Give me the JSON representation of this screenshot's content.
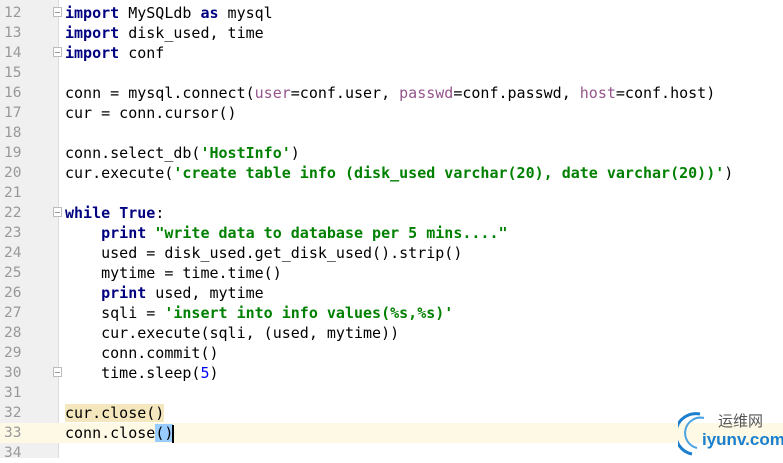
{
  "editor": {
    "current_line": 33,
    "lines": [
      {
        "n": "12",
        "fold": true,
        "tokens": [
          {
            "t": "import",
            "c": "kw"
          },
          {
            "t": " MySQLdb "
          },
          {
            "t": "as",
            "c": "kw"
          },
          {
            "t": " mysql"
          }
        ]
      },
      {
        "n": "13",
        "tokens": [
          {
            "t": "import",
            "c": "kw"
          },
          {
            "t": " disk_used, time"
          }
        ]
      },
      {
        "n": "14",
        "fold": true,
        "tokens": [
          {
            "t": "import",
            "c": "kw"
          },
          {
            "t": " conf"
          }
        ]
      },
      {
        "n": "15",
        "tokens": []
      },
      {
        "n": "16",
        "tokens": [
          {
            "t": "conn = mysql.connect("
          },
          {
            "t": "user",
            "c": "param"
          },
          {
            "t": "=conf.user, "
          },
          {
            "t": "passwd",
            "c": "param"
          },
          {
            "t": "=conf.passwd, "
          },
          {
            "t": "host",
            "c": "param"
          },
          {
            "t": "=conf.host)"
          }
        ]
      },
      {
        "n": "17",
        "tokens": [
          {
            "t": "cur = conn.cursor()"
          }
        ]
      },
      {
        "n": "18",
        "tokens": []
      },
      {
        "n": "19",
        "tokens": [
          {
            "t": "conn.select_db("
          },
          {
            "t": "'HostInfo'",
            "c": "str"
          },
          {
            "t": ")"
          }
        ]
      },
      {
        "n": "20",
        "tokens": [
          {
            "t": "cur.execute("
          },
          {
            "t": "'create table info (disk_used varchar(20), date varchar(20))'",
            "c": "str"
          },
          {
            "t": ")"
          }
        ]
      },
      {
        "n": "21",
        "tokens": []
      },
      {
        "n": "22",
        "fold": true,
        "tokens": [
          {
            "t": "while",
            "c": "kw"
          },
          {
            "t": " "
          },
          {
            "t": "True",
            "c": "kw"
          },
          {
            "t": ":"
          }
        ]
      },
      {
        "n": "23",
        "tokens": [
          {
            "t": "    "
          },
          {
            "t": "print",
            "c": "kw"
          },
          {
            "t": " "
          },
          {
            "t": "\"write data to database per 5 mins....\"",
            "c": "str"
          }
        ]
      },
      {
        "n": "24",
        "tokens": [
          {
            "t": "    used = disk_used.get_disk_used().strip()"
          }
        ]
      },
      {
        "n": "25",
        "tokens": [
          {
            "t": "    mytime = time.time()"
          }
        ]
      },
      {
        "n": "26",
        "tokens": [
          {
            "t": "    "
          },
          {
            "t": "print",
            "c": "kw"
          },
          {
            "t": " used, mytime"
          }
        ]
      },
      {
        "n": "27",
        "tokens": [
          {
            "t": "    sqli = "
          },
          {
            "t": "'insert into info values(%s,%s)'",
            "c": "str"
          }
        ]
      },
      {
        "n": "28",
        "tokens": [
          {
            "t": "    cur.execute(sqli, (used, mytime))"
          }
        ]
      },
      {
        "n": "29",
        "tokens": [
          {
            "t": "    conn.commit()"
          }
        ]
      },
      {
        "n": "30",
        "fold": true,
        "tokens": [
          {
            "t": "    time.sleep("
          },
          {
            "t": "5",
            "c": "num"
          },
          {
            "t": ")"
          }
        ]
      },
      {
        "n": "31",
        "tokens": []
      },
      {
        "n": "32",
        "tokens": [
          {
            "t": "cur.close()",
            "c": "hl-usage"
          }
        ]
      },
      {
        "n": "33",
        "tokens": [
          {
            "t": "conn.close"
          },
          {
            "t": "()",
            "c": "hl-brace"
          }
        ],
        "caret": true
      },
      {
        "n": "34",
        "tokens": []
      }
    ]
  },
  "watermark": {
    "cn": "运维网",
    "en": "iyunv.com"
  }
}
